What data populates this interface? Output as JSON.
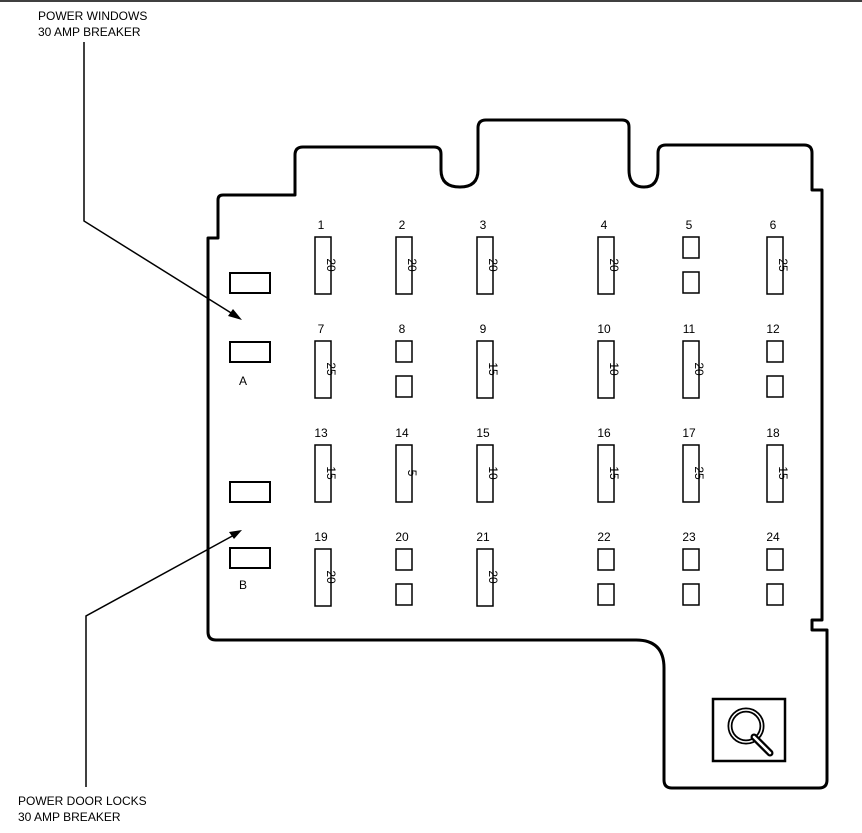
{
  "labels": {
    "power_windows": [
      "POWER WINDOWS",
      "30 AMP BREAKER"
    ],
    "power_door_locks": [
      "POWER DOOR LOCKS",
      "30 AMP BREAKER"
    ],
    "breaker_a": "A",
    "breaker_b": "B"
  },
  "fuses": [
    {
      "num": "1",
      "type": "fuse",
      "rating": "20"
    },
    {
      "num": "2",
      "type": "fuse",
      "rating": "20"
    },
    {
      "num": "3",
      "type": "fuse",
      "rating": "20"
    },
    {
      "num": "4",
      "type": "fuse",
      "rating": "20"
    },
    {
      "num": "5",
      "type": "empty",
      "rating": ""
    },
    {
      "num": "6",
      "type": "fuse",
      "rating": "25"
    },
    {
      "num": "7",
      "type": "fuse",
      "rating": "25"
    },
    {
      "num": "8",
      "type": "empty",
      "rating": ""
    },
    {
      "num": "9",
      "type": "fuse",
      "rating": "15"
    },
    {
      "num": "10",
      "type": "fuse",
      "rating": "10"
    },
    {
      "num": "11",
      "type": "fuse",
      "rating": "20"
    },
    {
      "num": "12",
      "type": "empty",
      "rating": ""
    },
    {
      "num": "13",
      "type": "fuse",
      "rating": "15"
    },
    {
      "num": "14",
      "type": "fuse",
      "rating": "5"
    },
    {
      "num": "15",
      "type": "fuse",
      "rating": "10"
    },
    {
      "num": "16",
      "type": "fuse",
      "rating": "15"
    },
    {
      "num": "17",
      "type": "fuse",
      "rating": "25"
    },
    {
      "num": "18",
      "type": "fuse",
      "rating": "15"
    },
    {
      "num": "19",
      "type": "fuse",
      "rating": "20"
    },
    {
      "num": "20",
      "type": "empty",
      "rating": ""
    },
    {
      "num": "21",
      "type": "fuse",
      "rating": "20"
    },
    {
      "num": "22",
      "type": "empty",
      "rating": ""
    },
    {
      "num": "23",
      "type": "empty",
      "rating": ""
    },
    {
      "num": "24",
      "type": "empty",
      "rating": ""
    }
  ]
}
